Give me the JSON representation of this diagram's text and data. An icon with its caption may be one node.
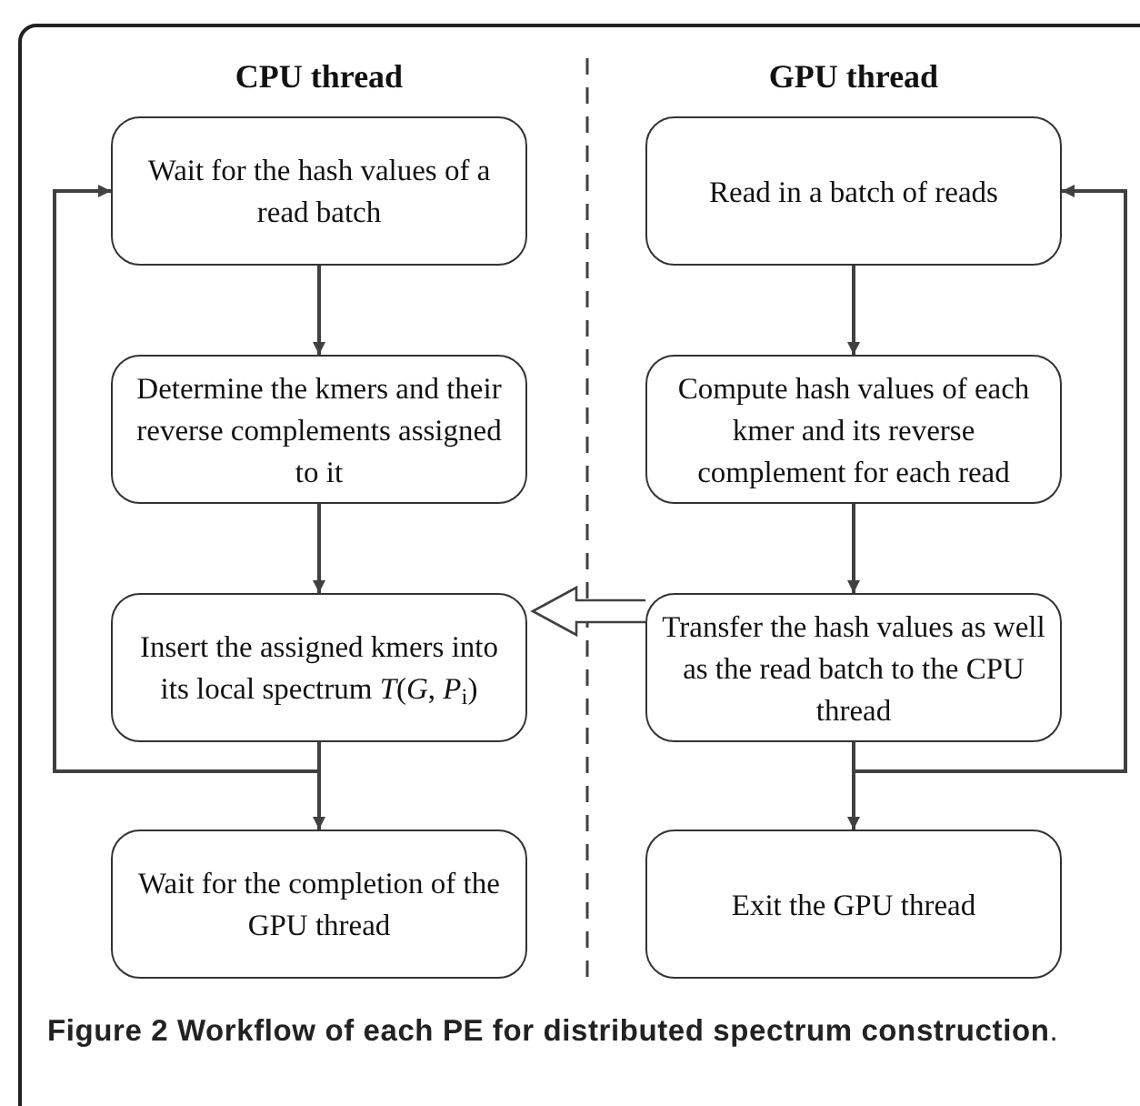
{
  "diagram": {
    "caption": "**Figure 2 Workflow of each PE for distributed spectrum construction**.",
    "nodes": [
      {
        "text": [
          "Wait for the hash values of a read batch"
        ]
      },
      {
        "text": [
          "Determine the kmers and their reverse complements assigned to it"
        ]
      },
      {
        "text": [
          "Insert the assigned kmers into its local spectrum *T*(*G*, *P*$_{i}$)"
        ]
      },
      {
        "text": [
          "Wait for the completion of the GPU thread"
        ]
      },
      {
        "text": [
          "Read in a batch of reads"
        ]
      },
      {
        "text": [
          "Compute hash values of each kmer and its reverse complement for each read"
        ]
      },
      {
        "text": [
          "Transfer the hash values as well as the read batch to the CPU thread"
        ]
      },
      {
        "text": [
          "Exit the GPU thread"
        ]
      }
    ],
    "edges": [
      {
        "from": 0,
        "to": 1,
        "arrow": "to"
      },
      {
        "from": 1,
        "to": 2,
        "arrow": "to"
      },
      {
        "from": 2,
        "to": 3,
        "arrow": "to"
      },
      {
        "from": 2,
        "to": 0,
        "arrow": "to"
      },
      {
        "from": 4,
        "to": 5,
        "arrow": "to"
      },
      {
        "from": 5,
        "to": 6,
        "arrow": "to"
      },
      {
        "from": 6,
        "to": 7,
        "arrow": "to"
      },
      {
        "from": 6,
        "to": 4,
        "arrow": "to"
      },
      {
        "from": 6,
        "to": 2,
        "arrow": "to",
        "style": "thick"
      }
    ],
    "labels": [
      "CPU thread",
      "GPU thread"
    ]
  }
}
